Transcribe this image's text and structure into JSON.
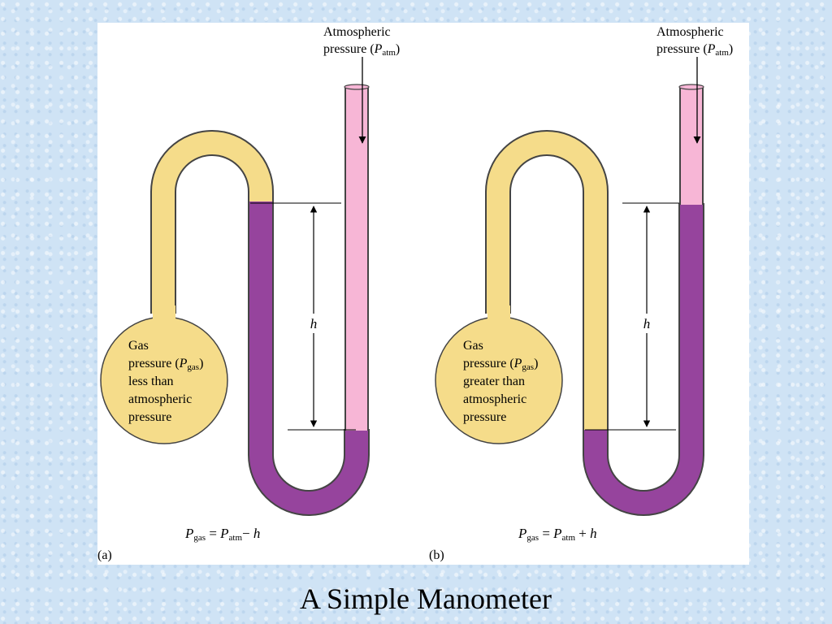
{
  "slide": {
    "title": "A Simple Manometer"
  },
  "diagram": {
    "colors": {
      "gas": "#f5dc8a",
      "mercury": "#96449d",
      "air": "#f7b6d6",
      "outline": "#444444"
    },
    "panels": [
      {
        "label": "(a)",
        "atm_line1": "Atmospheric",
        "atm_p": "pressure (",
        "atm_P": "P",
        "atm_sub": "atm",
        "atm_close": ")",
        "h": "h",
        "gas_line1": "Gas",
        "gas_p": "pressure (",
        "gas_P": "P",
        "gas_sub": "gas",
        "gas_close": ")",
        "gas_line3": "less than",
        "gas_line4": "atmospheric",
        "gas_line5": "pressure",
        "eq_P1": "P",
        "eq_sub1": "gas",
        "eq_mid": " = ",
        "eq_P2": "P",
        "eq_sub2": "atm",
        "eq_op": "− ",
        "eq_h": "h"
      },
      {
        "label": "(b)",
        "atm_line1": "Atmospheric",
        "atm_p": "pressure (",
        "atm_P": "P",
        "atm_sub": "atm",
        "atm_close": ")",
        "h": "h",
        "gas_line1": "Gas",
        "gas_p": "pressure (",
        "gas_P": "P",
        "gas_sub": "gas",
        "gas_close": ")",
        "gas_line3": "greater than",
        "gas_line4": "atmospheric",
        "gas_line5": "pressure",
        "eq_P1": "P",
        "eq_sub1": "gas",
        "eq_mid": " = ",
        "eq_P2": "P",
        "eq_sub2": "atm",
        "eq_op": " + ",
        "eq_h": "h"
      }
    ]
  }
}
